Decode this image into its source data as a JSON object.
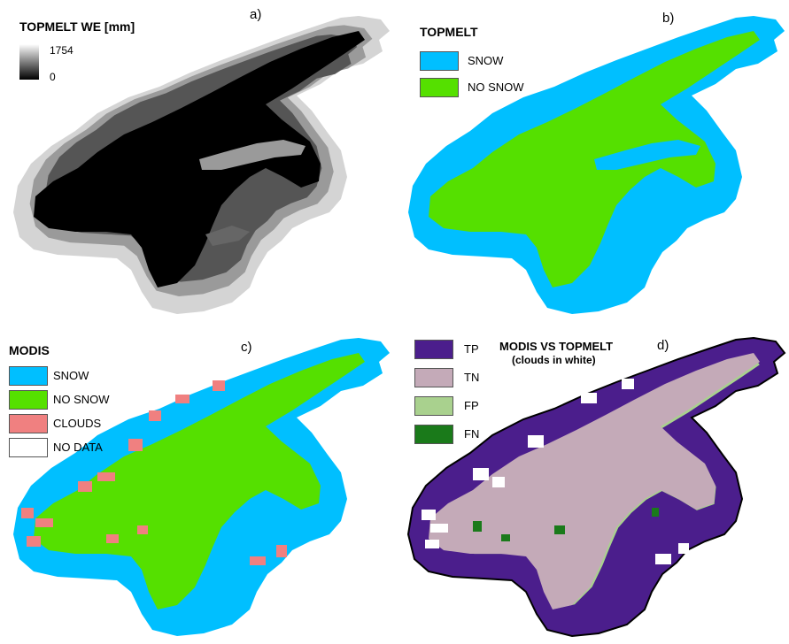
{
  "panels": {
    "a": {
      "letter": "a)",
      "legend_title": "TOPMELT WE [mm]",
      "ramp_max": "1754",
      "ramp_min": "0",
      "colors": {
        "low": "#000000",
        "high": "#ffffff"
      }
    },
    "b": {
      "letter": "b)",
      "legend_title": "TOPMELT",
      "items": [
        {
          "label": "SNOW",
          "color": "#00bfff"
        },
        {
          "label": "NO SNOW",
          "color": "#55e000"
        }
      ]
    },
    "c": {
      "letter": "c)",
      "legend_title": "MODIS",
      "items": [
        {
          "label": "SNOW",
          "color": "#00bfff"
        },
        {
          "label": "NO SNOW",
          "color": "#55e000"
        },
        {
          "label": "CLOUDS",
          "color": "#f08080"
        },
        {
          "label": "NO DATA",
          "color": "#ffffff"
        }
      ]
    },
    "d": {
      "letter": "d)",
      "legend_title": "MODIS VS TOPMELT",
      "legend_subtitle": "(clouds in white)",
      "items": [
        {
          "label": "TP",
          "color": "#4b1e8c"
        },
        {
          "label": "TN",
          "color": "#c4aab8"
        },
        {
          "label": "FP",
          "color": "#a9d18e"
        },
        {
          "label": "FN",
          "color": "#1a7a1a"
        }
      ]
    }
  }
}
